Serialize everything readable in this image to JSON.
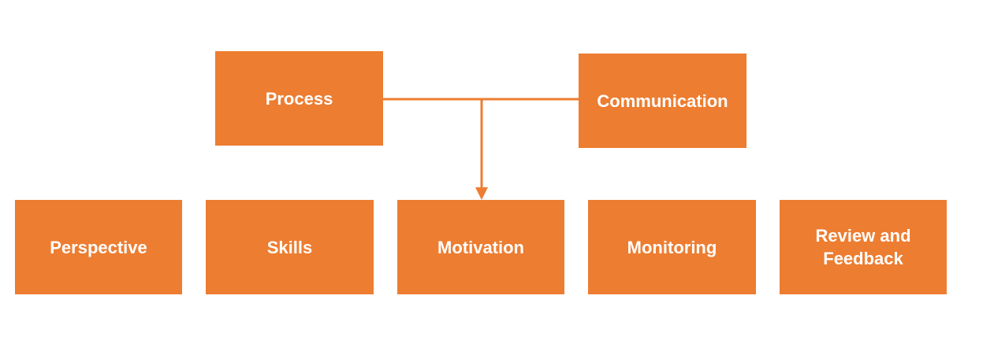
{
  "colors": {
    "box_fill": "#ed7d31",
    "box_text": "#ffffff",
    "connector": "#ed7d31"
  },
  "top_row": {
    "process": "Process",
    "communication": "Communication"
  },
  "bottom_row": {
    "perspective": "Perspective",
    "skills": "Skills",
    "motivation": "Motivation",
    "monitoring": "Monitoring",
    "review_feedback": "Review and Feedback"
  }
}
